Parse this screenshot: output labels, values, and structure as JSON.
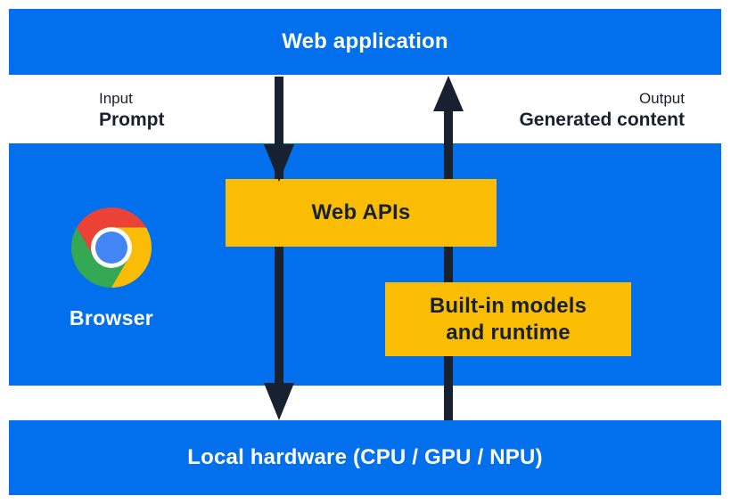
{
  "title_bar": {
    "label": "Web application"
  },
  "io": {
    "input_caption": "Input",
    "input_label": "Prompt",
    "output_caption": "Output",
    "output_label": "Generated content"
  },
  "browser": {
    "label": "Browser",
    "web_apis_label": "Web APIs",
    "models_label_line1": "Built-in models",
    "models_label_line2": "and runtime"
  },
  "hardware_bar": {
    "label": "Local hardware (CPU / GPU / NPU)"
  },
  "colors": {
    "band_blue": "#0270ED",
    "box_yellow": "#FBBC04",
    "arrow_navy": "#18212F",
    "text_white": "#FFFFFF",
    "chrome_red": "#EA4335",
    "chrome_yellow": "#FBBC05",
    "chrome_green": "#34A853",
    "chrome_blue": "#4285F4"
  }
}
